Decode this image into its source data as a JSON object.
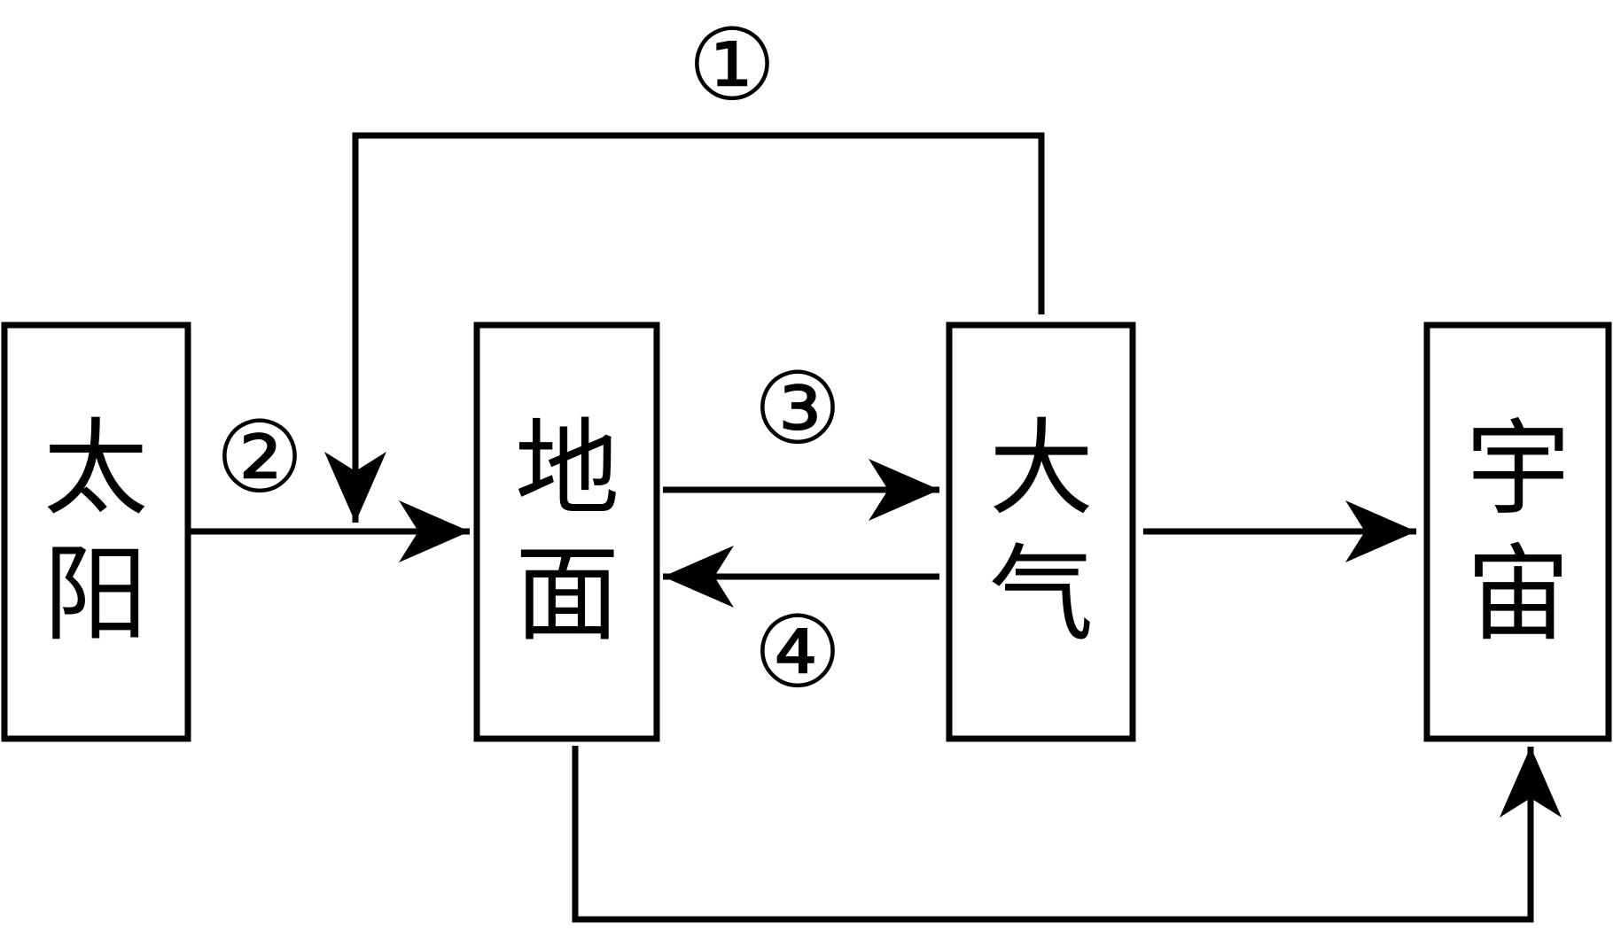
{
  "boxes": {
    "sun": [
      "太",
      "阳"
    ],
    "ground": [
      "地",
      "面"
    ],
    "atmosphere": [
      "大",
      "气"
    ],
    "space": [
      "宇",
      "宙"
    ]
  },
  "markers": {
    "m1": "①",
    "m2": "②",
    "m3": "③",
    "m4": "④"
  }
}
